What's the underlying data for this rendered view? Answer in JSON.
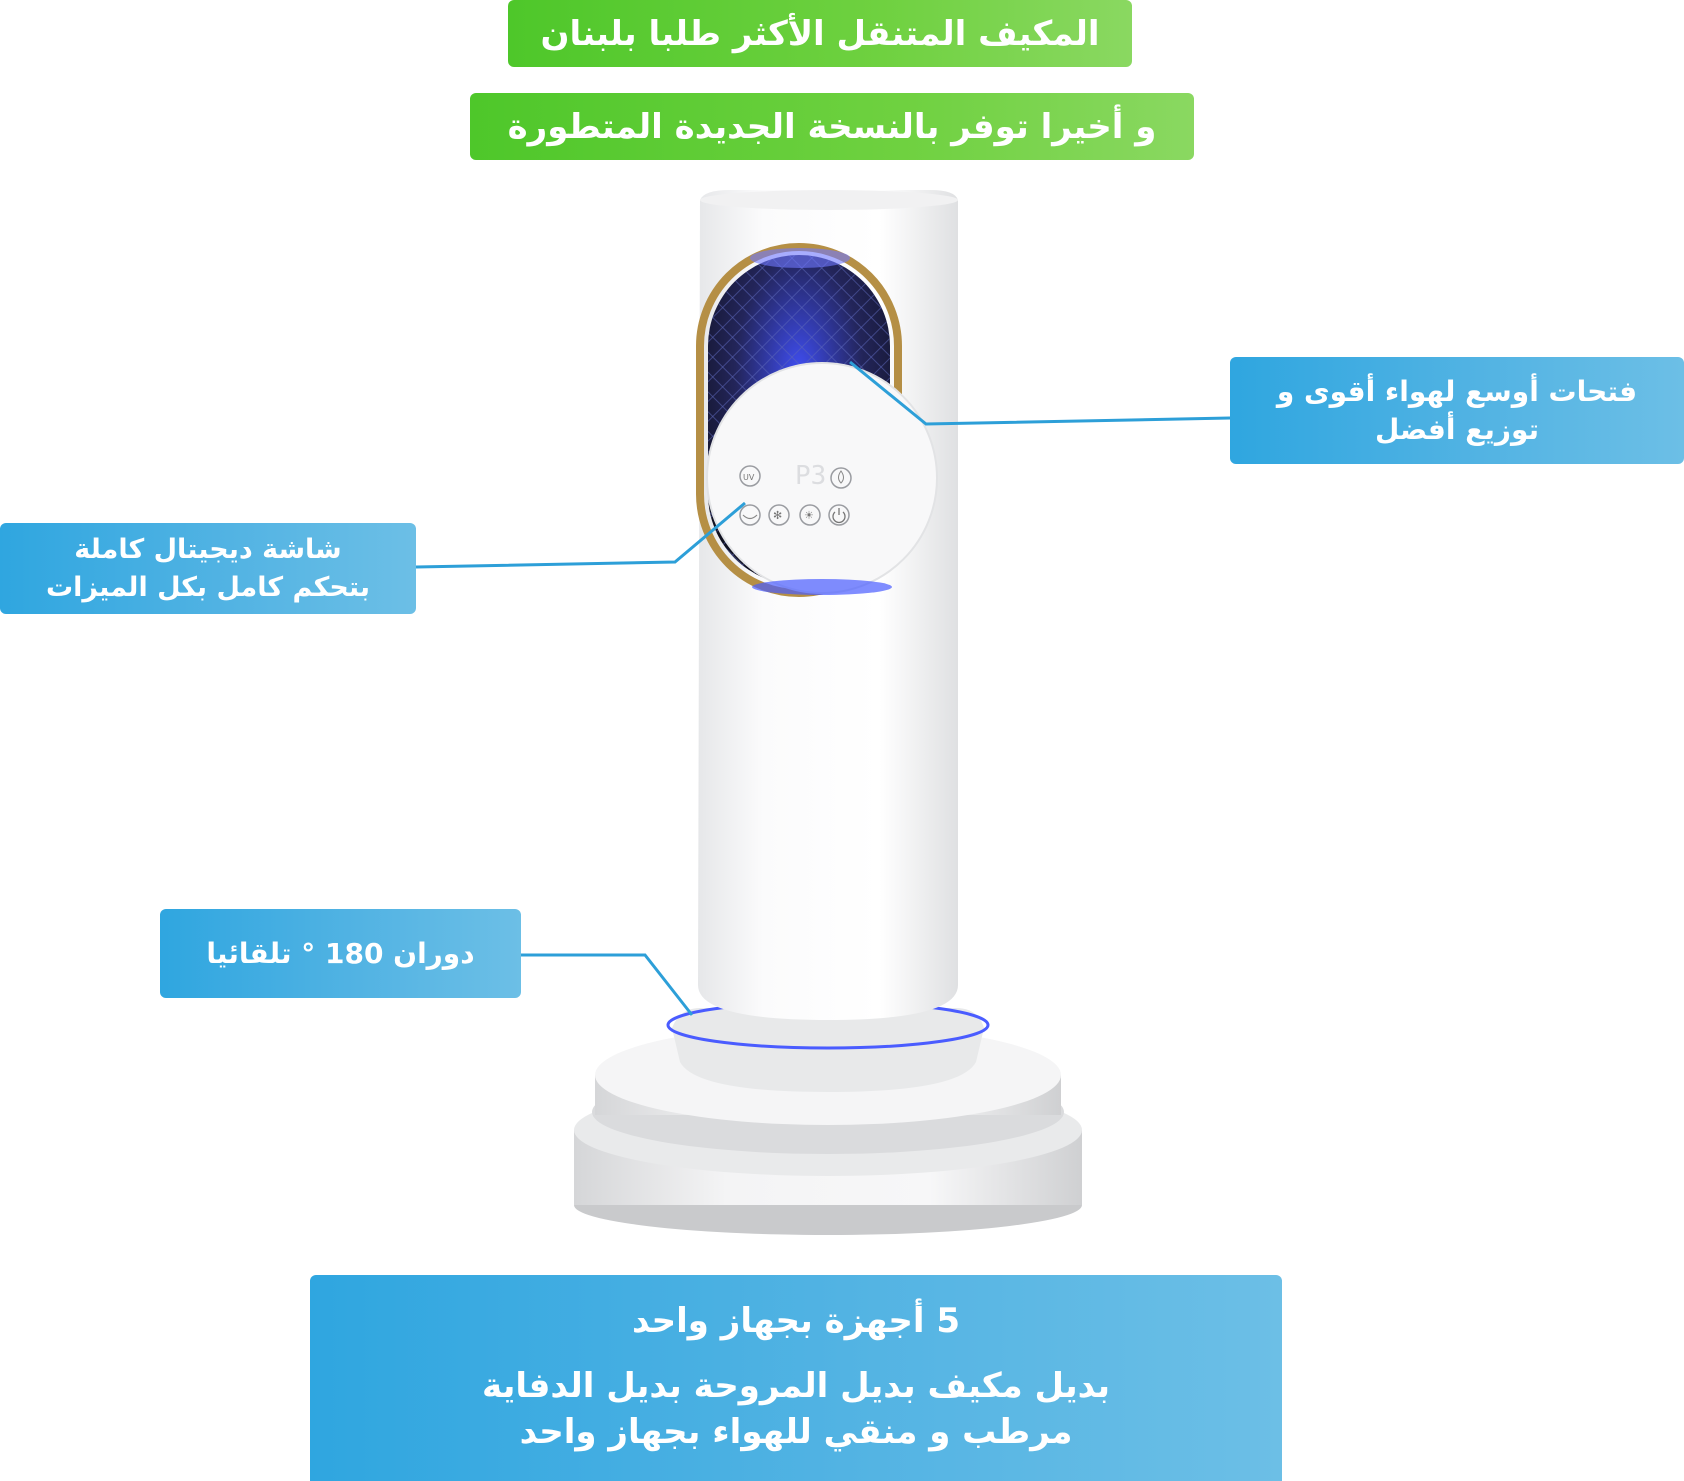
{
  "header": {
    "title_line1": "المكيف المتنقل الأكثر طلبا بلبنان",
    "title_line2": "و أخيرا توفر بالنسخة الجديدة المتطورة"
  },
  "callouts": {
    "vents": {
      "line1": "فتحات أوسع لهواء أقوى و",
      "line2": "توزيع أفضل"
    },
    "display": {
      "line1": "شاشة ديجيتال كاملة",
      "line2": "بتحكم كامل بكل الميزات"
    },
    "rotation": {
      "text": "دوران 180 ° تلقائيا"
    }
  },
  "footer": {
    "heading": "5 أجهزة بجهاز واحد",
    "line1": "بديل مكيف بديل المروحة بديل الدفاية",
    "line2": "مرطب و منقي للهواء بجهاز واحد"
  },
  "device_panel": {
    "display_readout": "P3",
    "buttons": [
      {
        "icon": "uv-icon",
        "label": "UV"
      },
      {
        "icon": "humidification-icon",
        "label": "Humidification"
      },
      {
        "icon": "swing-icon",
        "label": "SWING"
      },
      {
        "icon": "cool-icon",
        "label": "COOL"
      },
      {
        "icon": "warm-icon",
        "label": "WARM"
      },
      {
        "icon": "power-icon",
        "label": ""
      }
    ]
  },
  "colors": {
    "banner_green": "#5ccb33",
    "banner_blue": "#3aa9e0",
    "leader_line": "#2d9fd8",
    "trim_gold": "#b58f45",
    "glow_blue": "#4a5cff"
  }
}
